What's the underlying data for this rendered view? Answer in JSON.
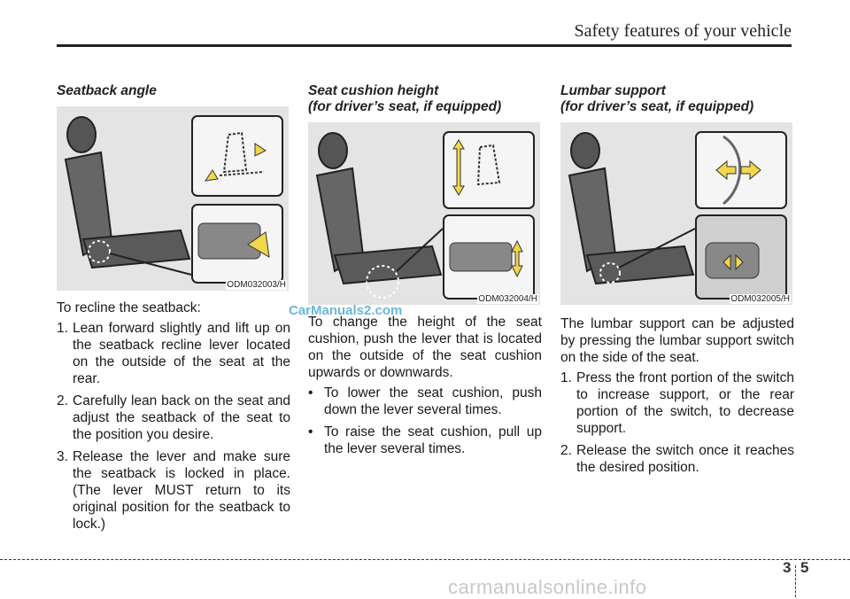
{
  "header": {
    "title": "Safety features of your vehicle"
  },
  "sections": [
    {
      "title": "Seatback angle",
      "title_line2": "",
      "figure_code": "ODM032003/H",
      "intro": "To recline the seatback:",
      "steps": [
        "Lean forward slightly and lift up on the seatback recline lever located on the outside of the seat at the rear.",
        "Carefully lean back on the seat and adjust the seatback of the seat to the position you desire.",
        "Release the lever and make sure the seatback is locked in place. (The lever MUST return to its original position for the seatback to lock.)"
      ]
    },
    {
      "title": "Seat cushion height",
      "title_line2": "(for driver’s seat, if equipped)",
      "figure_code": "ODM032004/H",
      "intro": "To change the height of the seat cushion, push the lever that is located on the outside of the seat cushion upwards or downwards.",
      "bullets": [
        "To lower the seat cushion, push down the lever several times.",
        "To raise the seat cushion, pull up the lever several times."
      ]
    },
    {
      "title": "Lumbar support",
      "title_line2": "(for driver’s seat, if equipped)",
      "figure_code": "ODM032005/H",
      "intro": "The lumbar support can be adjusted by pressing the lumbar support switch on the side of the seat.",
      "steps": [
        "Press the front portion of the switch to increase support, or the rear portion of the switch, to decrease support.",
        "Release the switch once it reaches the desired position."
      ]
    }
  ],
  "watermark": "CarManuals2.com",
  "page_number": {
    "chapter": "3",
    "page": "5"
  },
  "bottom_watermark": "carmanualsonline.info",
  "colors": {
    "arrow": "#f2d64b",
    "figure_bg": "#e4e4e4",
    "watermark": "#5ab0d8"
  }
}
